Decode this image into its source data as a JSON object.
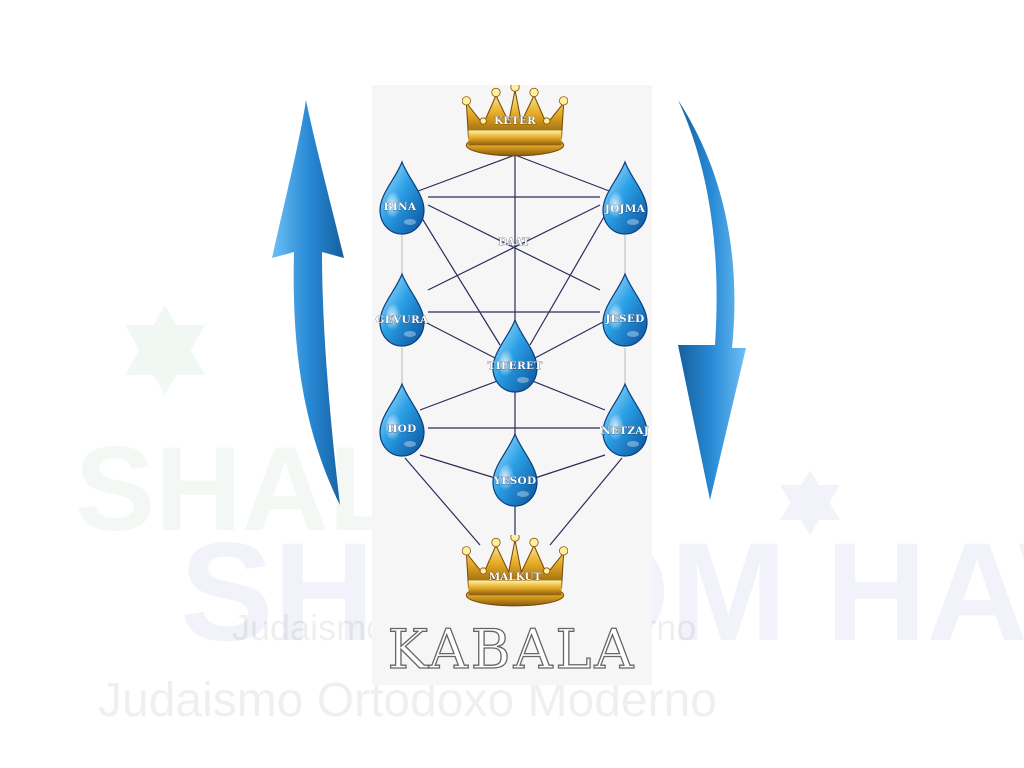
{
  "title": "KABALA",
  "watermark": {
    "logo_text": "SHALOM HAVERIM",
    "subtitle": "Judaismo Ortodoxo Moderno"
  },
  "colors": {
    "arrow": "#2a8ad6",
    "line": "#2c2c5a",
    "drop": "#1e8fd8",
    "crown": "#e0a520"
  },
  "nodes": {
    "keter": "KETER",
    "bina": "BINA",
    "jojma": "JOJMA",
    "daat": "DAAT",
    "gevura": "GEVURA",
    "jesed": "JESED",
    "tiferet": "TIFERET",
    "hod": "HOD",
    "netzaj": "NETZAJ",
    "yesod": "YESOD",
    "malkut": "MALKUT"
  },
  "arrows": {
    "left": "arrow-up-icon",
    "right": "arrow-down-icon"
  }
}
